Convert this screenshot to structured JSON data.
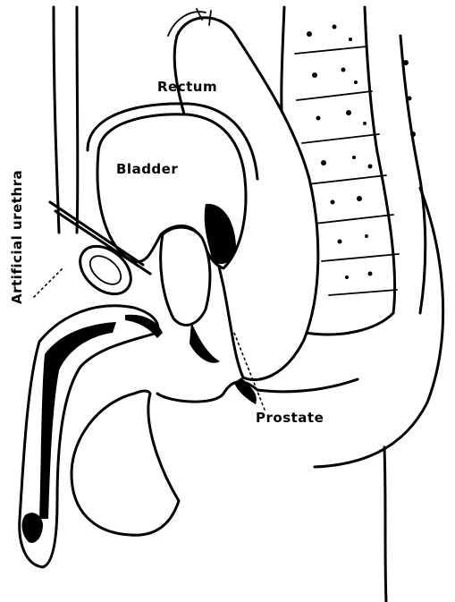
{
  "labels": {
    "rectum": "Rectum",
    "bladder": "Bladder",
    "artificial_urethra": "Artificial urethra",
    "prostate": "Prostate"
  }
}
